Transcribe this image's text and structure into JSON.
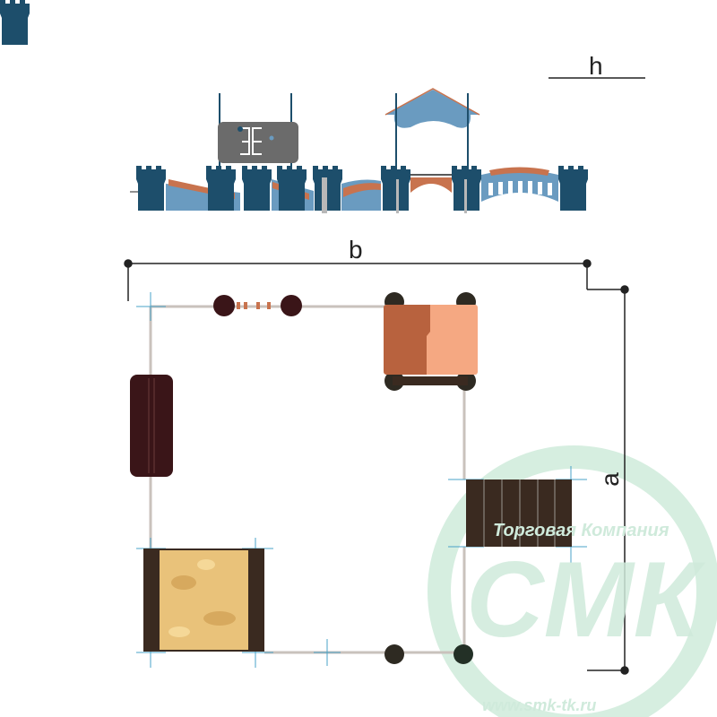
{
  "dimensions": {
    "height_label": "h",
    "width_label": "b",
    "depth_label": "a"
  },
  "watermark": {
    "company": "Торговая Компания",
    "brand": "СМК",
    "url": "www.smk-tk.ru"
  },
  "colors": {
    "tower": "#1d4e6b",
    "body": "#6a9bc0",
    "slide": "#c8734e",
    "panel": "#6b6b6b",
    "dark": "#3a2a20",
    "sand": "#e9c27a",
    "roof_block": "#e89a70",
    "watermark": "#cfeadb"
  }
}
